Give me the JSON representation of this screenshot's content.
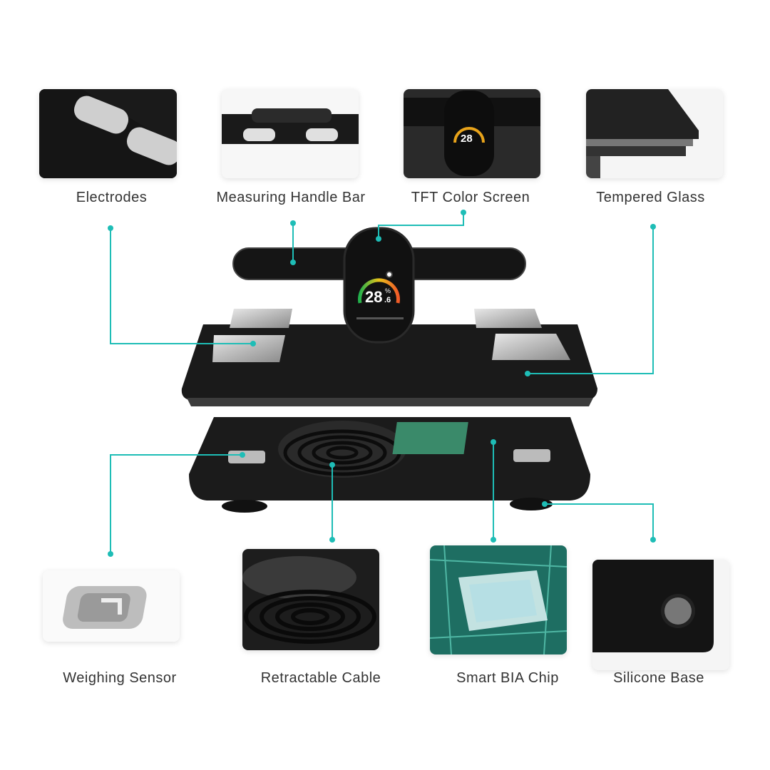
{
  "colors": {
    "accent": "#1ebdb6",
    "device": "#141414"
  },
  "screen": {
    "value": "28",
    "unit": "%",
    "decimal": ".6"
  },
  "features": {
    "electrodes": {
      "label": "Electrodes",
      "icon": "electrode-pads"
    },
    "handle_bar": {
      "label": "Measuring Handle Bar",
      "icon": "handle-bar"
    },
    "tft_screen": {
      "label": "TFT Color Screen",
      "icon": "color-screen"
    },
    "tempered_glass": {
      "label": "Tempered Glass",
      "icon": "glass-edge"
    },
    "weighing_sensor": {
      "label": "Weighing Sensor",
      "icon": "load-cell"
    },
    "retractable_cable": {
      "label": "Retractable Cable",
      "icon": "cable-reel"
    },
    "bia_chip": {
      "label": "Smart BIA Chip",
      "icon": "circuit-chip"
    },
    "silicone_base": {
      "label": "Silicone Base",
      "icon": "rubber-foot"
    }
  }
}
